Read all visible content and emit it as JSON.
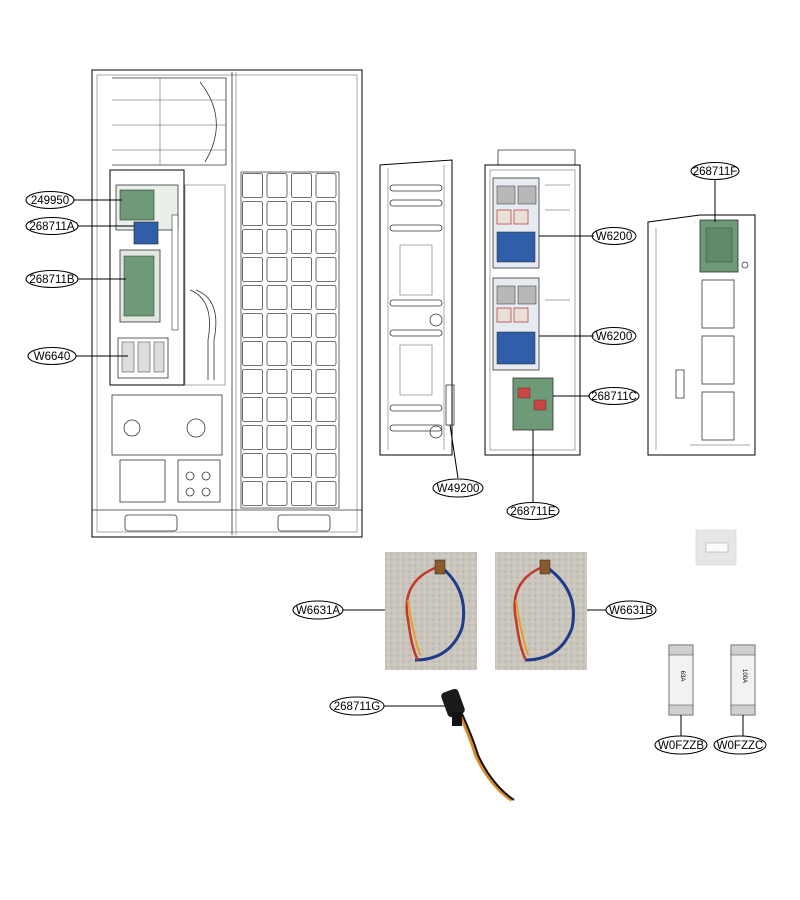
{
  "callouts": {
    "c249950": "249950",
    "c268711A": "268711A",
    "c268711B": "268711B",
    "cW6640": "W6640",
    "cW6200a": "W6200",
    "cW6200b": "W6200",
    "c268711C": "268711C",
    "c268711F": "268711F",
    "cW49200": "W49200",
    "c268711E": "268711E",
    "cW6631A": "W6631A",
    "cW6631B": "W6631B",
    "c268711G": "268711G",
    "cW0FZZB": "W0FZZB",
    "cW0FZZC": "W0FZZC"
  },
  "fuse_labels": {
    "left": "63A",
    "right": "100A"
  },
  "colors": {
    "line": "#000000",
    "board_green": "#4f7f5a",
    "board_blue": "#2e5fa8",
    "harness_red": "#c0392b",
    "harness_blue": "#1f3a8a",
    "photo_bg": "#cfc9c0"
  }
}
